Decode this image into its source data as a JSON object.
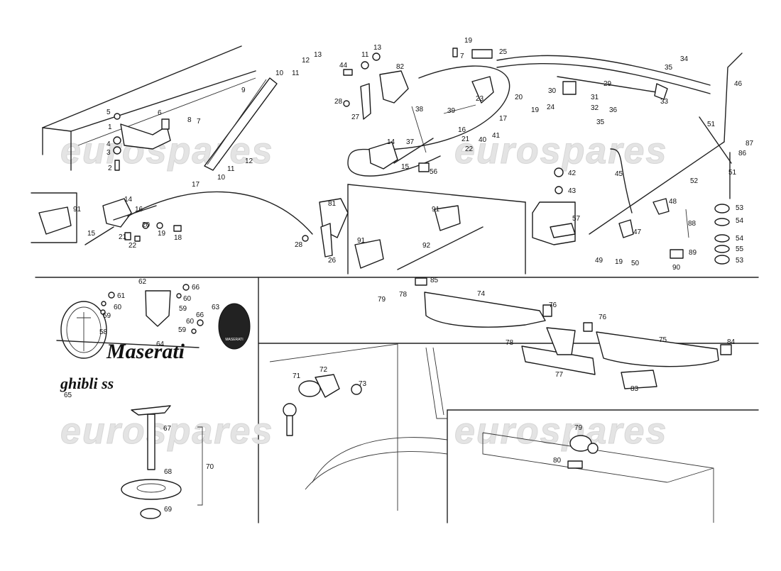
{
  "watermark": "eurospares",
  "brand_script": "Maserati",
  "model_script": "ghibli ss",
  "badge_text": "MASERATI",
  "callouts": [
    "1",
    "2",
    "3",
    "4",
    "5",
    "6",
    "7",
    "8",
    "9",
    "10",
    "11",
    "12",
    "13",
    "14",
    "15",
    "16",
    "17",
    "18",
    "19",
    "20",
    "21",
    "22",
    "23",
    "24",
    "25",
    "26",
    "27",
    "28",
    "29",
    "30",
    "31",
    "32",
    "33",
    "34",
    "35",
    "36",
    "37",
    "38",
    "39",
    "40",
    "41",
    "42",
    "43",
    "44",
    "45",
    "46",
    "47",
    "48",
    "49",
    "50",
    "51",
    "52",
    "53",
    "54",
    "55",
    "56",
    "57",
    "58",
    "59",
    "60",
    "61",
    "62",
    "63",
    "64",
    "65",
    "66",
    "67",
    "68",
    "69",
    "70",
    "71",
    "72",
    "73",
    "74",
    "75",
    "76",
    "77",
    "78",
    "79",
    "80",
    "81",
    "82",
    "83",
    "84",
    "85",
    "86",
    "87",
    "88",
    "89",
    "90",
    "91",
    "92"
  ],
  "colors": {
    "line": "#222222",
    "watermark": "#e4e4e4",
    "paper": "#ffffff"
  }
}
